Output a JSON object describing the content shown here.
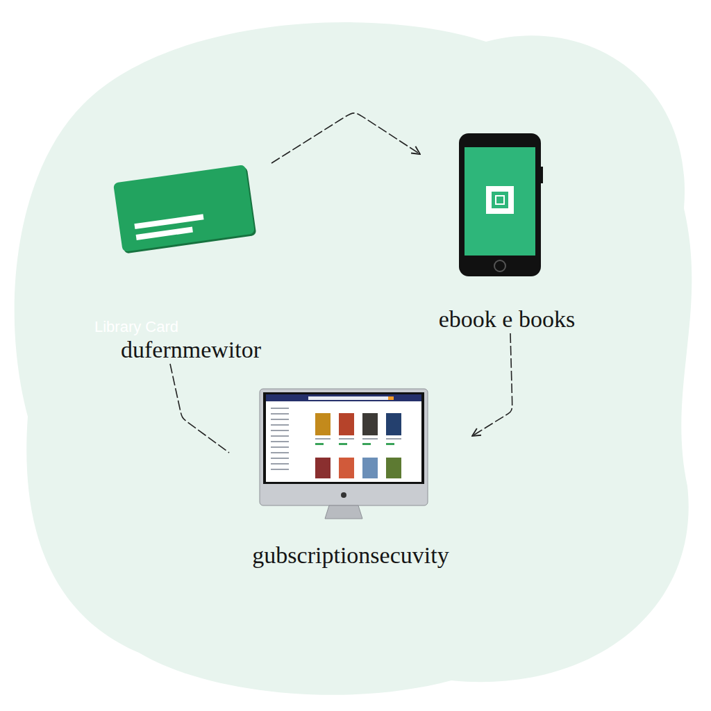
{
  "diagram": {
    "nodes": [
      {
        "text": [
          "Library Card",
          "dufernmewitor"
        ]
      },
      {
        "text": [
          "ebook e books"
        ]
      },
      {
        "text": [
          "gubscriptionsecuvity"
        ]
      }
    ],
    "edges": [
      {
        "from": 0,
        "to": 1,
        "arrow": "to"
      },
      {
        "from": 1,
        "to": 2,
        "arrow": "to"
      },
      {
        "from": 0,
        "to": 2,
        "arrow": "none"
      }
    ]
  }
}
